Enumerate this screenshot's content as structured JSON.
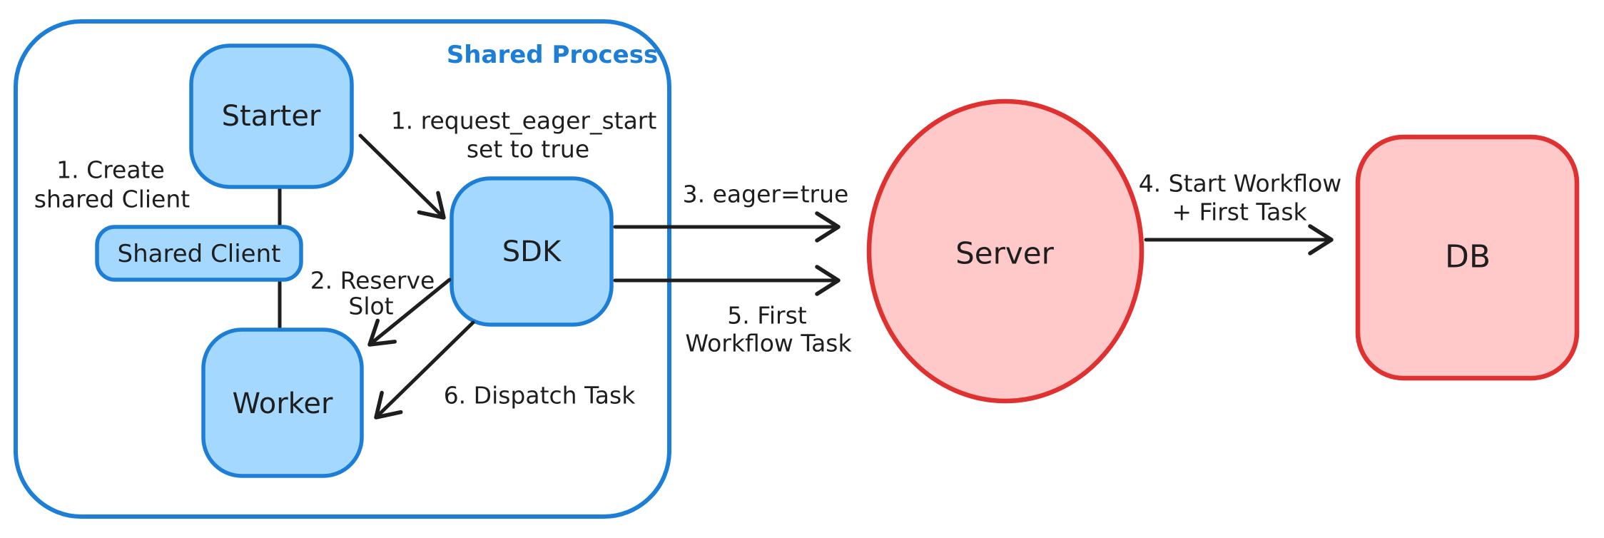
{
  "diagram": {
    "colors": {
      "blue_stroke": "#1c7ed6",
      "blue_fill": "#a5d8ff",
      "red_stroke": "#e03131",
      "red_fill": "#ffc9c9",
      "ink": "#1e1e1e",
      "background": "#ffffff"
    },
    "container": {
      "title": "Shared Process"
    },
    "nodes": {
      "starter": "Starter",
      "shared_client": "Shared Client",
      "worker": "Worker",
      "sdk": "SDK",
      "server": "Server",
      "db": "DB"
    },
    "labels": {
      "create_client": [
        "1. Create",
        "shared Client"
      ],
      "request_eager": [
        "1. request_eager_start",
        "set to true"
      ],
      "reserve_slot": [
        "2. Reserve",
        "Slot"
      ],
      "eager_true": "3. eager=true",
      "start_workflow": [
        "4. Start Workflow",
        "+ First Task"
      ],
      "first_task": [
        "5. First",
        "Workflow Task"
      ],
      "dispatch_task": "6. Dispatch Task"
    }
  }
}
